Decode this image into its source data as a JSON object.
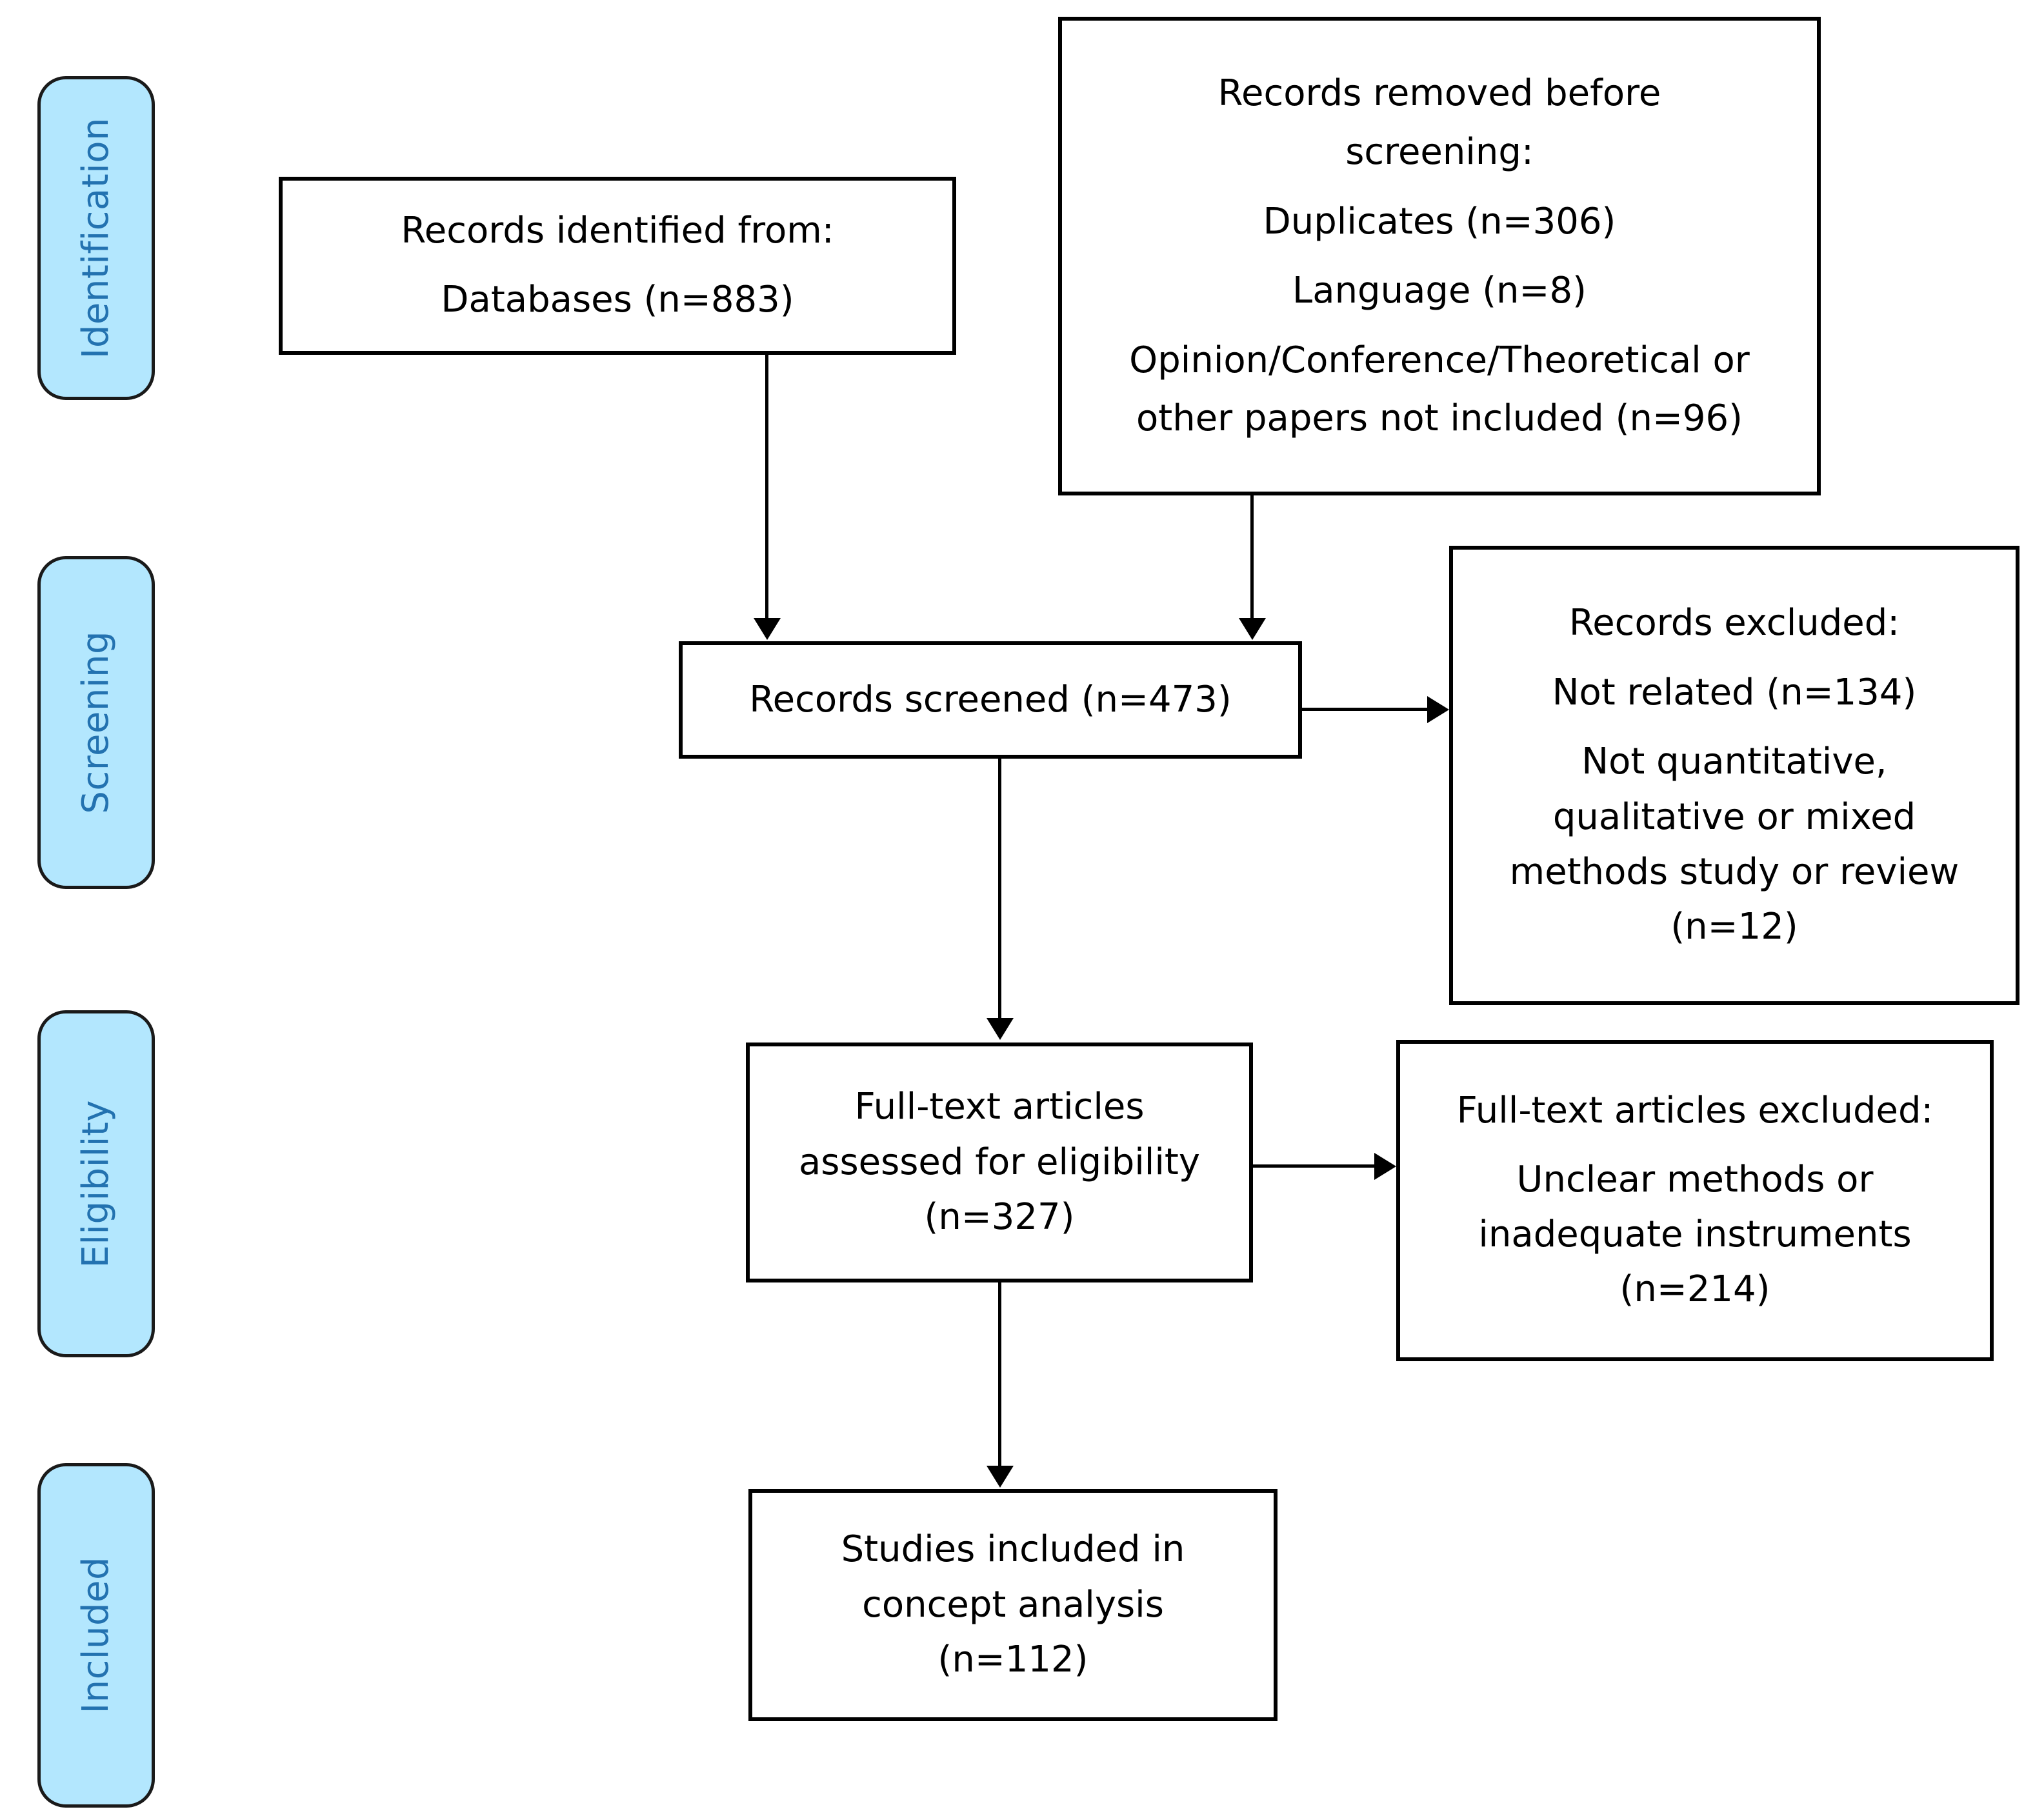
{
  "diagram": {
    "type": "prisma-flow-diagram",
    "colors": {
      "phase_fill": "#b3e7fe",
      "phase_text": "#2372b0",
      "node_border": "#000000",
      "node_fill": "#ffffff",
      "connector": "#000000"
    }
  },
  "phases": [
    {
      "id": "identification",
      "label": "Identification"
    },
    {
      "id": "screening",
      "label": "Screening"
    },
    {
      "id": "eligibility",
      "label": "Eligibility"
    },
    {
      "id": "included",
      "label": "Included"
    }
  ],
  "nodes": {
    "records_identified": {
      "lines": [
        "Records identified from:",
        "Databases (n=883)"
      ]
    },
    "records_removed": {
      "lines": [
        "Records removed before",
        "screening:",
        "Duplicates (n=306)",
        "Language (n=8)",
        "Opinion/Conference/Theoretical or",
        "other papers not included (n=96)"
      ]
    },
    "records_screened": {
      "lines": [
        "Records screened (n=473)"
      ]
    },
    "records_excluded": {
      "lines": [
        "Records excluded:",
        "Not related (n=134)",
        "Not quantitative,",
        "qualitative or mixed",
        "methods study or review",
        "(n=12)"
      ]
    },
    "fulltext_assessed": {
      "lines": [
        "Full-text articles",
        "assessed for eligibility",
        "(n=327)"
      ]
    },
    "fulltext_excluded": {
      "lines": [
        "Full-text articles excluded:",
        "Unclear methods or",
        "inadequate instruments",
        "(n=214)"
      ]
    },
    "studies_included": {
      "lines": [
        "Studies included in",
        "concept analysis",
        "(n=112)"
      ]
    }
  },
  "counts": {
    "databases": 883,
    "duplicates": 306,
    "language": 8,
    "opinion_conference_theoretical_or_other": 96,
    "records_screened": 473,
    "not_related": 134,
    "not_quant_qual_mixed_or_review": 12,
    "fulltext_assessed": 327,
    "unclear_methods_or_inadequate_instruments": 214,
    "studies_included": 112
  }
}
